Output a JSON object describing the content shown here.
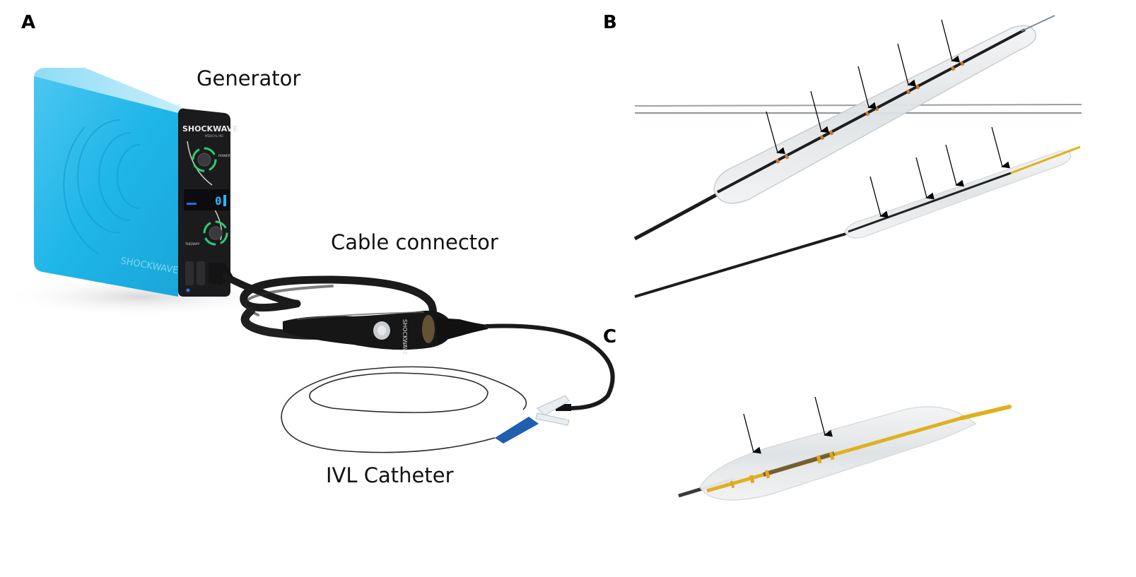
{
  "figure": {
    "panels": [
      {
        "letter": "A",
        "description": "Shockwave IVL system: generator, cable connector and IVL catheter"
      },
      {
        "letter": "B",
        "description": "Coronary and peripheral IVL balloon catheters with emitters marked by arrows"
      },
      {
        "letter": "C",
        "description": "IVL balloon catheter with two emitters marked by arrows"
      }
    ],
    "labels": {
      "generator": "Generator",
      "cable_connector": "Cable connector",
      "ivl_catheter": "IVL Catheter"
    },
    "device": {
      "brand_text": "SHOCKWAVE",
      "brand_subtext": "MEDICAL INC",
      "power_label": "POWER",
      "therapy_label": "THERAPY",
      "display_value": "0",
      "handle_brand": "SHOCKWAVE"
    },
    "arrow_counts": {
      "panel_b_upper": 5,
      "panel_b_lower": 4,
      "panel_c": 2
    },
    "colors": {
      "generator_blue": "#1fb6e8",
      "generator_blue_light": "#6fd3f5",
      "front_panel": "#1b1b1d",
      "ring_green": "#2ecc71",
      "display_blue": "#29b6f6",
      "catheter_gold": "#e0b020",
      "emitter_orange": "#d07a2a",
      "catheter_hub_blue": "#1f5fae"
    }
  }
}
